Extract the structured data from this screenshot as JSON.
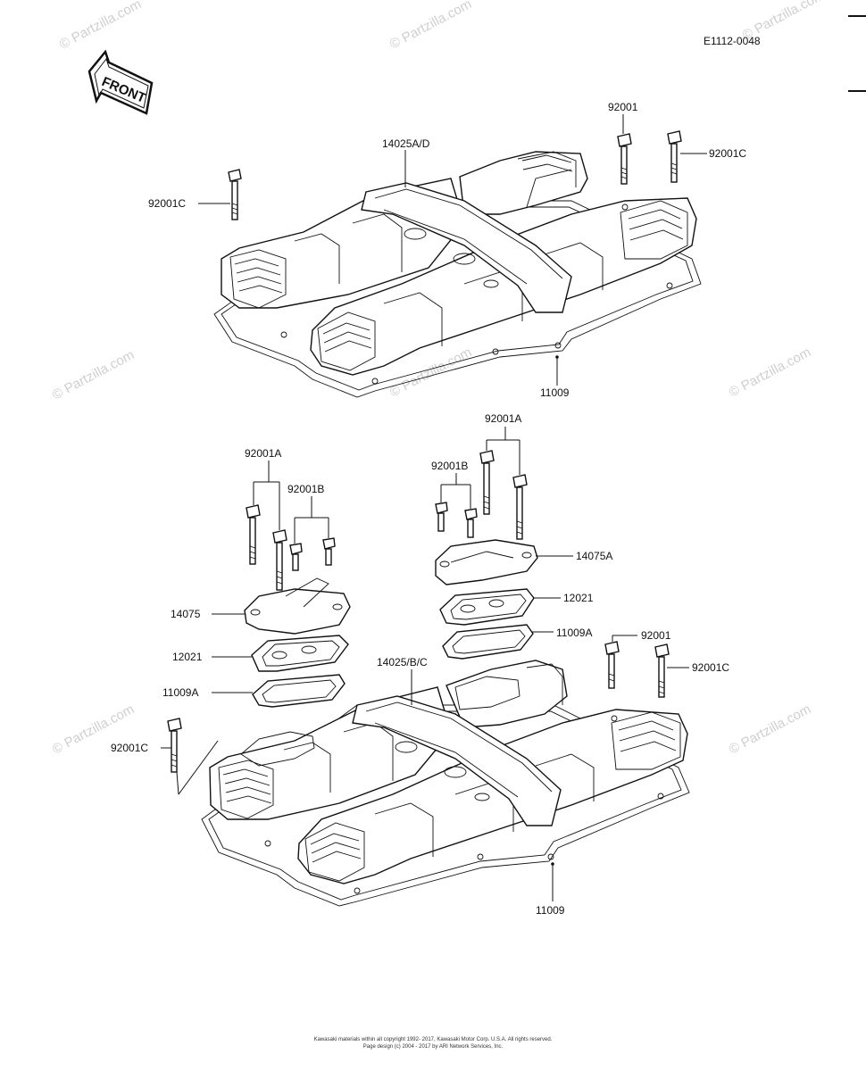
{
  "diagram_code": "E1112-0048",
  "front_arrow": "FRONT",
  "watermark": "© Partzilla.com",
  "labels": {
    "top_cover": "14025A/D",
    "top_bolt_left": "92001C",
    "top_bolt_right_a": "92001",
    "top_bolt_right_b": "92001C",
    "top_gasket": "11009",
    "lp_bolt_a": "92001A",
    "lp_bolt_b": "92001B",
    "lp_cover": "14075",
    "lp_plate": "12021",
    "lp_gasket": "11009A",
    "rp_bolt_a": "92001A",
    "rp_bolt_b": "92001B",
    "rp_cover": "14075A",
    "rp_plate": "12021",
    "rp_gasket": "11009A",
    "bottom_cover": "14025/B/C",
    "bottom_bolt_left": "92001C",
    "bottom_bolt_right_a": "92001",
    "bottom_bolt_right_b": "92001C",
    "bottom_gasket": "11009"
  },
  "footer": {
    "line1": "Kawasaki materials within all copyright 1992- 2017, Kawasaki Motor Corp. U.S.A.  All rights reserved.",
    "line2": "Page design (c) 2004 - 2017 by ARI Network Services, Inc."
  }
}
